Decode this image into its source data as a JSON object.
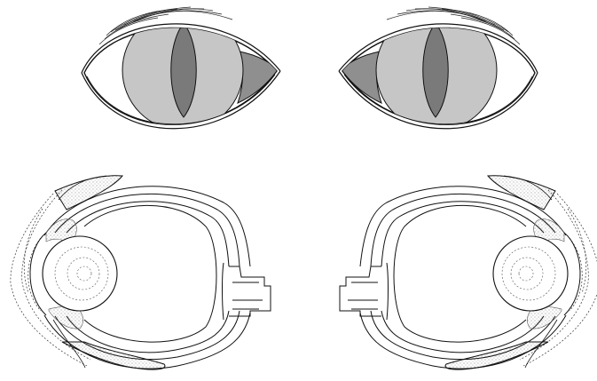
{
  "figure": {
    "panels": [
      {
        "id": "external-eye-left",
        "kind": "external-view"
      },
      {
        "id": "external-eye-right",
        "kind": "external-view"
      },
      {
        "id": "cross-section-left",
        "kind": "sagittal-section"
      },
      {
        "id": "cross-section-right",
        "kind": "sagittal-section"
      }
    ]
  },
  "colors": {
    "stroke": "#111111",
    "background": "#ffffff",
    "iris": "#c6c6c6",
    "pupil": "#7a7a7a",
    "third_eyelid": "#8f8f8f",
    "stipple": "#9a9a9a"
  }
}
